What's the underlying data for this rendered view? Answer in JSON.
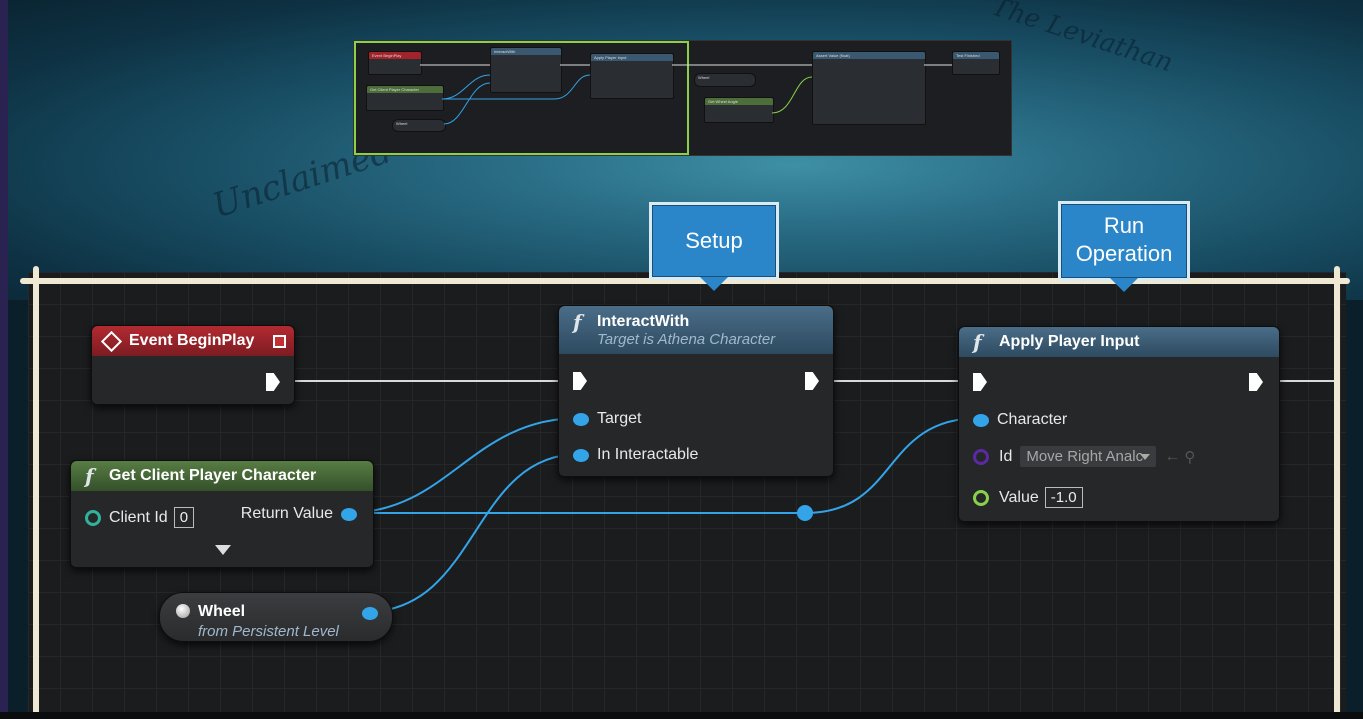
{
  "backdrop": {
    "map_text_1": "Unclaimed Sh",
    "map_text_2": "The Leviathan"
  },
  "minimap": {
    "nodes": [
      {
        "label": "Event BeginPlay"
      },
      {
        "label": "InteractWith"
      },
      {
        "label": "Apply Player Input"
      },
      {
        "label": "Get Client Player Character"
      },
      {
        "label": "Wheel"
      },
      {
        "label": "Wheel"
      },
      {
        "label": "Get Wheel Angle"
      },
      {
        "label": "Assert Value (float)"
      },
      {
        "label": "Test Finished"
      }
    ]
  },
  "banners": {
    "setup": "Setup",
    "run_operation_line1": "Run",
    "run_operation_line2": "Operation"
  },
  "nodes": {
    "event_begin_play": {
      "title": "Event BeginPlay"
    },
    "get_client_player_character": {
      "title": "Get Client Player Character",
      "client_id_label": "Client Id",
      "client_id_value": "0",
      "return_value_label": "Return Value"
    },
    "wheel": {
      "title": "Wheel",
      "subtitle": "from Persistent Level"
    },
    "interact_with": {
      "title": "InteractWith",
      "subtitle": "Target is Athena Character",
      "target_label": "Target",
      "interactable_label": "In Interactable"
    },
    "apply_player_input": {
      "title": "Apply Player Input",
      "character_label": "Character",
      "id_label": "Id",
      "id_value": "Move Right Analc",
      "value_label": "Value",
      "value_value": "-1.0"
    }
  },
  "colors": {
    "event_header": "#a3232a",
    "function_header": "#3a5870",
    "pure_header": "#4d6e3a",
    "object_pin": "#33a4e8",
    "exec_pin": "#ffffff",
    "accent_green": "#8bd04a"
  },
  "icons": [
    "event-diamond-icon",
    "function-f-icon",
    "exec-pin-icon",
    "object-pin-icon",
    "dropdown-arrow-icon",
    "reset-arrow-icon",
    "search-icon",
    "expand-arrow-icon"
  ]
}
